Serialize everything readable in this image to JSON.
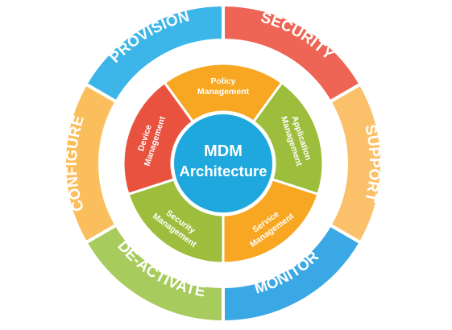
{
  "center": {
    "line1": "MDM",
    "line2": "Architecture",
    "color": "#1ea8dd"
  },
  "outer_ring": [
    {
      "label": "PROVISION",
      "color": "#3cb5e8"
    },
    {
      "label": "SECURITY",
      "color": "#ee6555"
    },
    {
      "label": "SUPPORT",
      "color": "#fbc16a"
    },
    {
      "label": "MONITOR",
      "color": "#3aa8e4"
    },
    {
      "label": "DE-ACTIVATE",
      "color": "#a8cb5e"
    },
    {
      "label": "CONFIGURE",
      "color": "#fbbe5c"
    }
  ],
  "inner_ring": [
    {
      "line1": "Policy",
      "line2": "Management",
      "color": "#f7a722"
    },
    {
      "line1": "Application",
      "line2": "Management",
      "color": "#9dbd3c"
    },
    {
      "line1": "Service",
      "line2": "Management",
      "color": "#f7a722"
    },
    {
      "line1": "Security",
      "line2": "Management",
      "color": "#9dbd3c"
    },
    {
      "line1": "Device",
      "line2": "Management",
      "color": "#e8523f"
    }
  ]
}
